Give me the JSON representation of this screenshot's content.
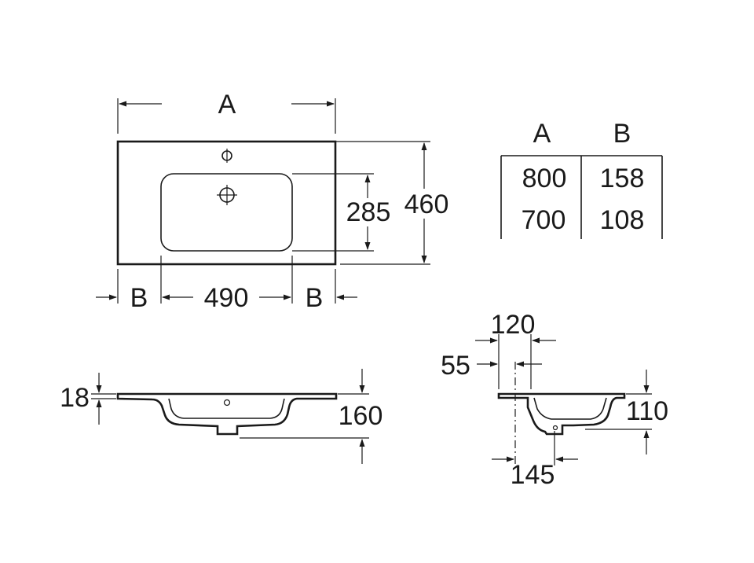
{
  "top_view": {
    "width_label": "A",
    "depth_label": "460",
    "bowl_depth_label": "285",
    "bowl_width_label": "490",
    "margin_left_label": "B",
    "margin_right_label": "B"
  },
  "size_table": {
    "headers": [
      "A",
      "B"
    ],
    "rows": [
      [
        "800",
        "158"
      ],
      [
        "700",
        "108"
      ]
    ]
  },
  "front_section": {
    "top_thickness_label": "18",
    "height_label": "160"
  },
  "side_section": {
    "label_120": "120",
    "label_55": "55",
    "label_110": "110",
    "label_145": "145"
  }
}
